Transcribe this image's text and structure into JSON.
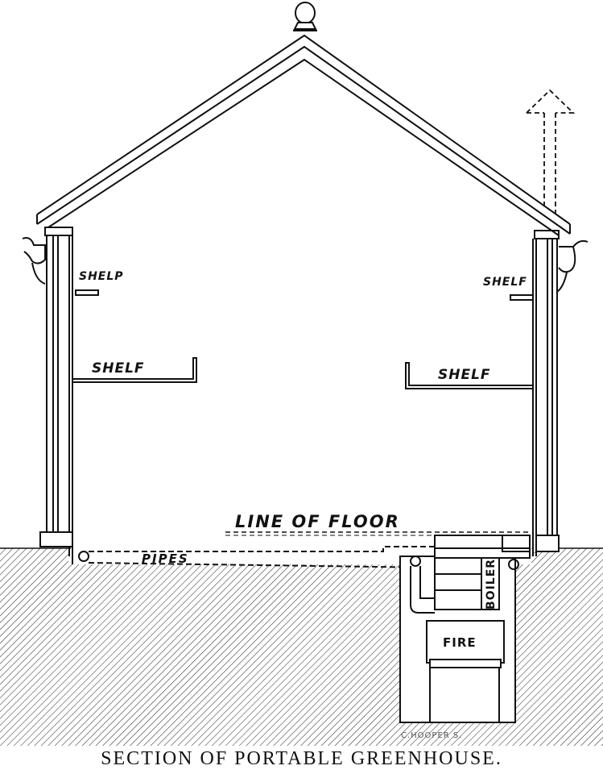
{
  "caption": "SECTION OF PORTABLE GREENHOUSE.",
  "labels": {
    "line_of_floor": "LINE OF FLOOR",
    "pipes": "PIPES",
    "boiler": "BOILER",
    "fire": "FIRE",
    "shelf_upper_left": "SHELP",
    "shelf_upper_right": "SHELF",
    "shelf_left": "SHELF",
    "shelf_right": "SHELF"
  },
  "engraver_signature": "C.HOOPER S.",
  "colors": {
    "ink": "#111111",
    "paper": "#ffffff"
  }
}
